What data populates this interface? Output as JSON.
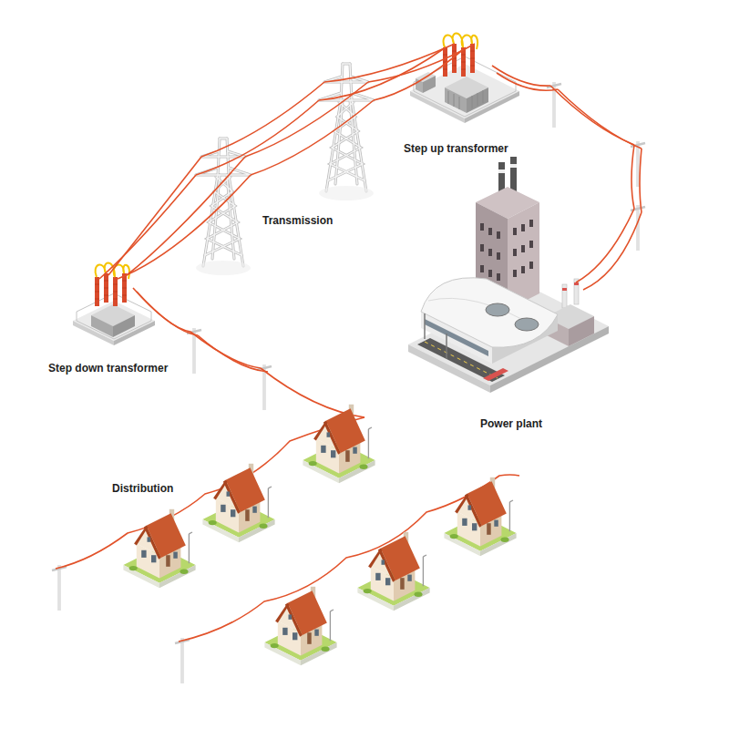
{
  "diagram": {
    "labels": [
      "Step up transformer",
      "Transmission",
      "Step down transformer",
      "Power plant",
      "Distribution"
    ]
  }
}
